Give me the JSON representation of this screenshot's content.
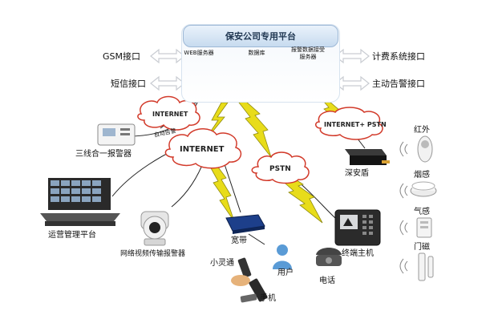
{
  "header": {
    "title": "保安公司专用平台"
  },
  "servers": [
    {
      "label": "WEB服务器"
    },
    {
      "label": "数据库"
    },
    {
      "label": "报警数据接受服务器"
    }
  ],
  "left_interfaces": [
    {
      "label": "GSM接口"
    },
    {
      "label": "短信接口"
    }
  ],
  "right_interfaces": [
    {
      "label": "计费系统接口"
    },
    {
      "label": "主动告警接口"
    }
  ],
  "networks": {
    "internet_small": "INTERNET",
    "auto_alarm": "自动告警",
    "internet_big": "INTERNET",
    "pstn": "PSTN",
    "internet_pstn": "INTERNET+ PSTN"
  },
  "devices": {
    "alarm_3in1": "三线合一报警器",
    "ops_platform": "运营管理平台",
    "network_camera": "网络视频传输报警器",
    "broadband": "宽带",
    "xiaolingtong": "小灵通",
    "user": "用户",
    "mobile": "手机",
    "phone": "电话",
    "terminal": "终端主机",
    "shenanshun": "深安盾"
  },
  "sensors": [
    {
      "label": "红外"
    },
    {
      "label": "烟感"
    },
    {
      "label": "气感"
    },
    {
      "label": "门磁"
    }
  ],
  "colors": {
    "lightning": "#e8dc1a",
    "lightning_stroke": "#8f8a10",
    "cloud_stroke": "#d23a2a",
    "arrow": "#c9ccd2"
  }
}
